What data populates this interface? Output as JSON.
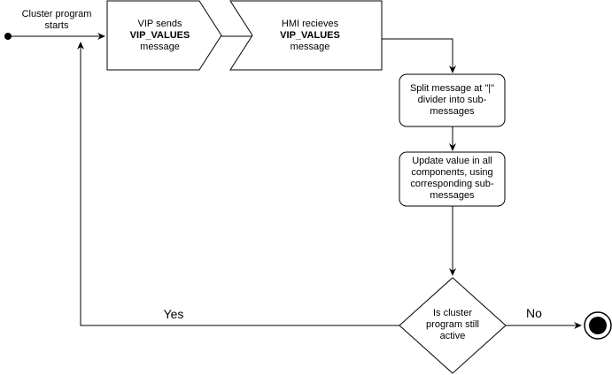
{
  "start": {
    "label": "Cluster program starts"
  },
  "vip_sends": {
    "line1": "VIP sends",
    "line2": "VIP_VALUES",
    "line3": "message"
  },
  "hmi_receives": {
    "line1": "HMI recieves",
    "line2": "VIP_VALUES",
    "line3": "message"
  },
  "split": {
    "label": "Split message at \"|\" divider into sub-messages"
  },
  "update": {
    "label": "Update value in all components, using corresponding sub-messages"
  },
  "decision": {
    "label": "Is cluster program still active"
  },
  "edges": {
    "yes": "Yes",
    "no": "No"
  }
}
